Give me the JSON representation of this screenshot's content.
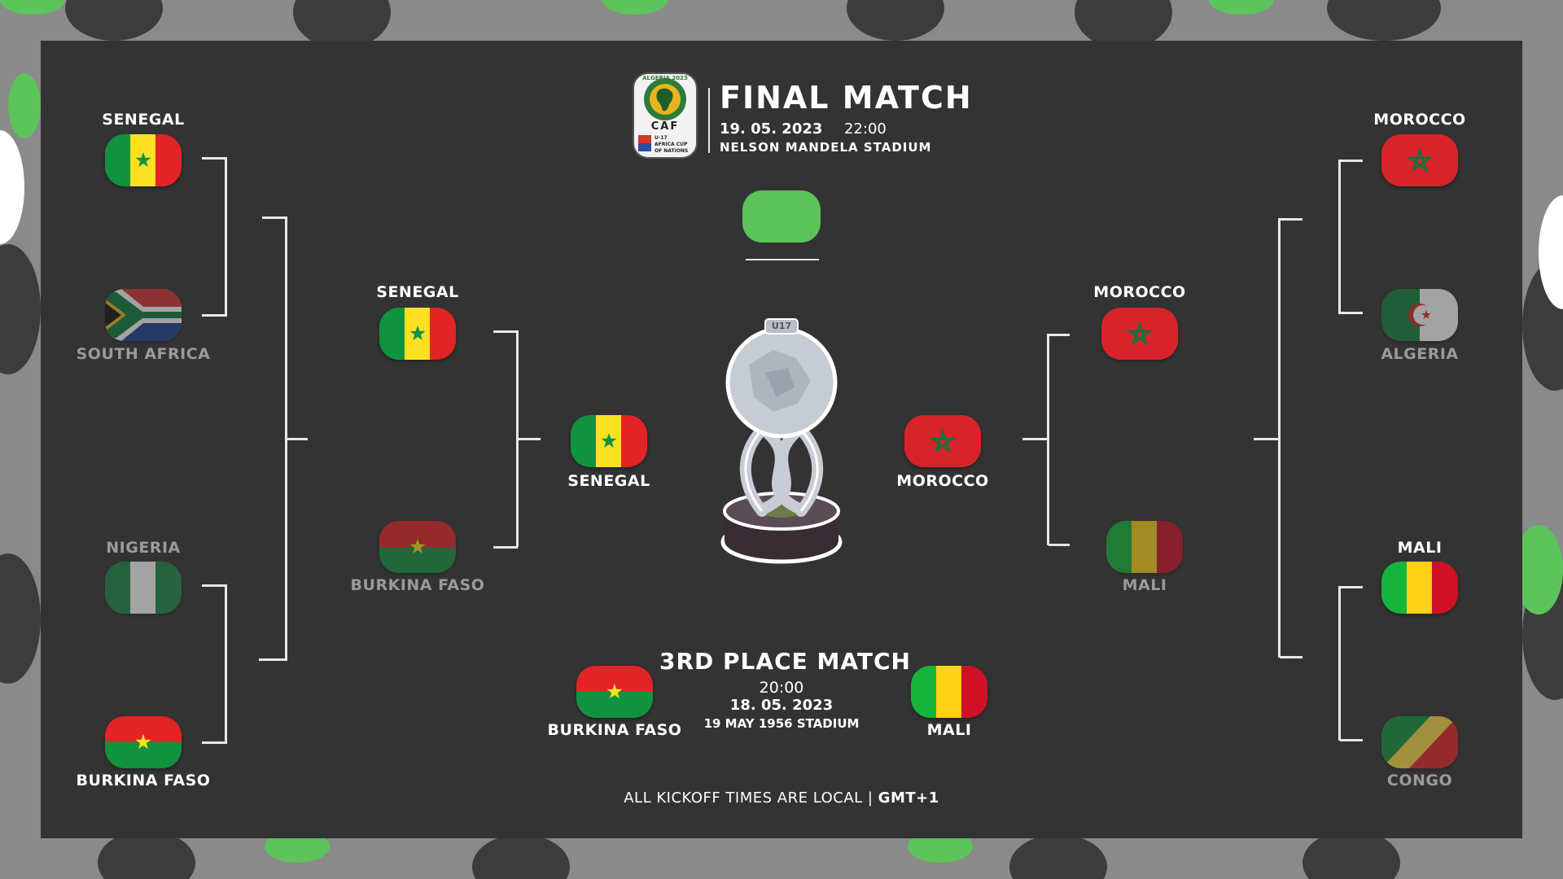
{
  "final": {
    "title": "FINAL MATCH",
    "date": "19. 05. 2023",
    "time": "22:00",
    "venue": "NELSON MANDELA STADIUM"
  },
  "logo": {
    "top_text": "ALGERIA 2023",
    "brand": "CAF",
    "line1": "U-17",
    "line2": "AFRICA CUP",
    "line3": "OF NATIONS",
    "trophy_tag": "U17"
  },
  "third_place": {
    "title": "3RD PLACE MATCH",
    "time": "20:00",
    "date": "18. 05. 2023",
    "venue": "19 MAY 1956 STADIUM",
    "team_left": "BURKINA FASO",
    "team_right": "MALI"
  },
  "footer": {
    "note": "ALL KICKOFF TIMES ARE LOCAL | ",
    "tz": "GMT+1"
  },
  "left": {
    "qf": [
      {
        "name": "SENEGAL",
        "flag": "senegal-flag"
      },
      {
        "name": "SOUTH AFRICA",
        "flag": "south-africa-flag"
      },
      {
        "name": "NIGERIA",
        "flag": "nigeria-flag"
      },
      {
        "name": "BURKINA FASO",
        "flag": "burkina-faso-flag"
      }
    ],
    "sf": [
      {
        "name": "SENEGAL",
        "flag": "senegal-flag"
      },
      {
        "name": "BURKINA FASO",
        "flag": "burkina-faso-flag"
      }
    ],
    "finalist": {
      "name": "SENEGAL",
      "flag": "senegal-flag"
    }
  },
  "right": {
    "qf": [
      {
        "name": "MOROCCO",
        "flag": "morocco-flag"
      },
      {
        "name": "ALGERIA",
        "flag": "algeria-flag"
      },
      {
        "name": "MALI",
        "flag": "mali-flag"
      },
      {
        "name": "CONGO",
        "flag": "congo-flag"
      }
    ],
    "sf": [
      {
        "name": "MOROCCO",
        "flag": "morocco-flag"
      },
      {
        "name": "MALI",
        "flag": "mali-flag"
      }
    ],
    "finalist": {
      "name": "MOROCCO",
      "flag": "morocco-flag"
    }
  },
  "colors": {
    "panel": "#333333",
    "accent_green": "#5cc45a",
    "line": "#e8e8e8",
    "dim_text": "#9a9a9a"
  }
}
